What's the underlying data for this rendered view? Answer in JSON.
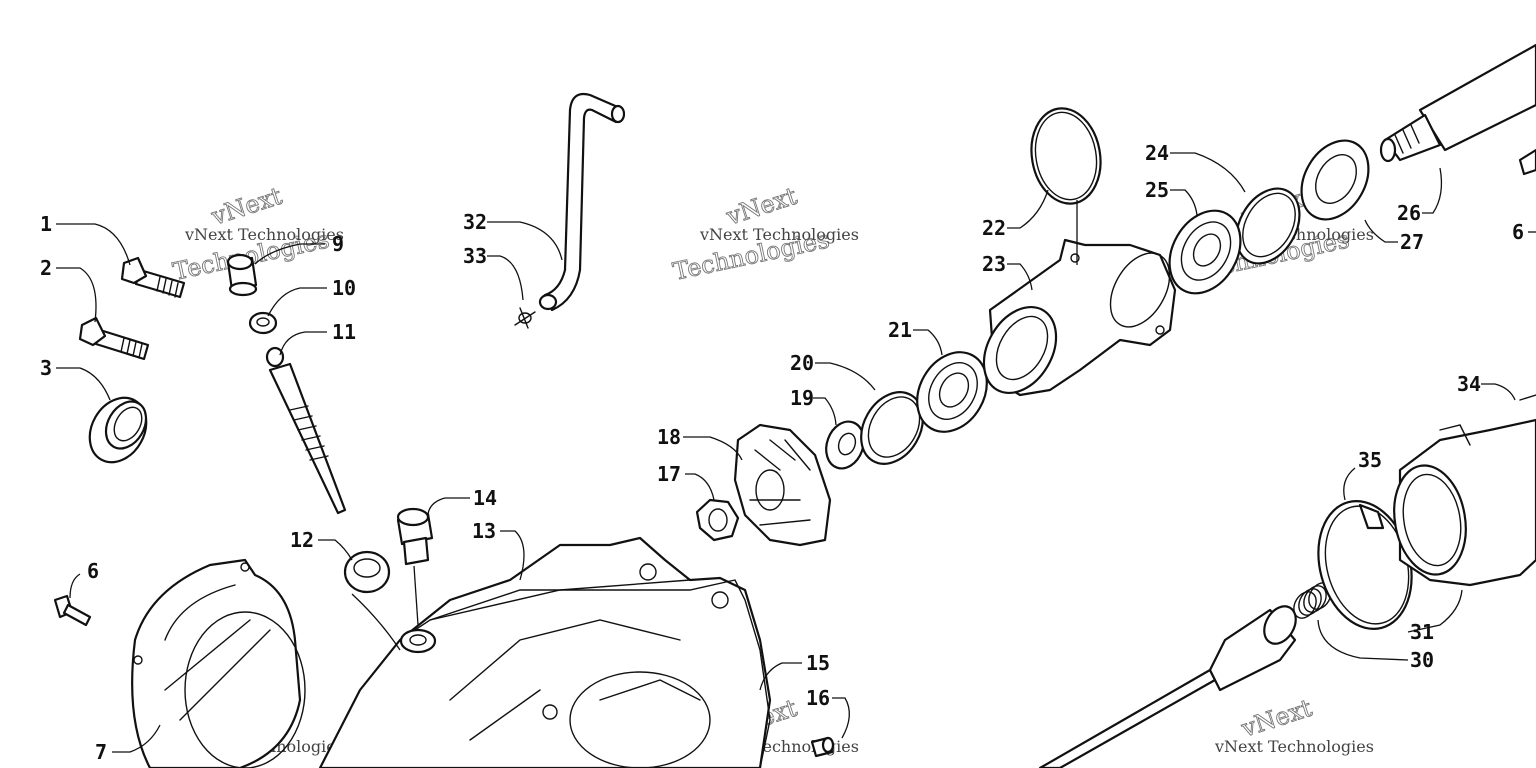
{
  "callouts": [
    {
      "id": "c1",
      "text": "1"
    },
    {
      "id": "c2",
      "text": "2"
    },
    {
      "id": "c3",
      "text": "3"
    },
    {
      "id": "c6a",
      "text": "6"
    },
    {
      "id": "c6b",
      "text": "6"
    },
    {
      "id": "c7",
      "text": "7"
    },
    {
      "id": "c9",
      "text": "9"
    },
    {
      "id": "c10",
      "text": "10"
    },
    {
      "id": "c11",
      "text": "11"
    },
    {
      "id": "c12",
      "text": "12"
    },
    {
      "id": "c13",
      "text": "13"
    },
    {
      "id": "c14",
      "text": "14"
    },
    {
      "id": "c15",
      "text": "15"
    },
    {
      "id": "c16",
      "text": "16"
    },
    {
      "id": "c17",
      "text": "17"
    },
    {
      "id": "c18",
      "text": "18"
    },
    {
      "id": "c19",
      "text": "19"
    },
    {
      "id": "c20",
      "text": "20"
    },
    {
      "id": "c21",
      "text": "21"
    },
    {
      "id": "c22",
      "text": "22"
    },
    {
      "id": "c23",
      "text": "23"
    },
    {
      "id": "c24",
      "text": "24"
    },
    {
      "id": "c25",
      "text": "25"
    },
    {
      "id": "c26",
      "text": "26"
    },
    {
      "id": "c27",
      "text": "27"
    },
    {
      "id": "c30",
      "text": "30"
    },
    {
      "id": "c31",
      "text": "31"
    },
    {
      "id": "c32",
      "text": "32"
    },
    {
      "id": "c33",
      "text": "33"
    },
    {
      "id": "c34",
      "text": "34"
    },
    {
      "id": "c35",
      "text": "35"
    }
  ],
  "watermark": {
    "line1": "vNext Technologies",
    "line2": "vNext",
    "line3": "Technologies"
  },
  "colors": {
    "ink": "#111111",
    "background": "#ffffff"
  }
}
